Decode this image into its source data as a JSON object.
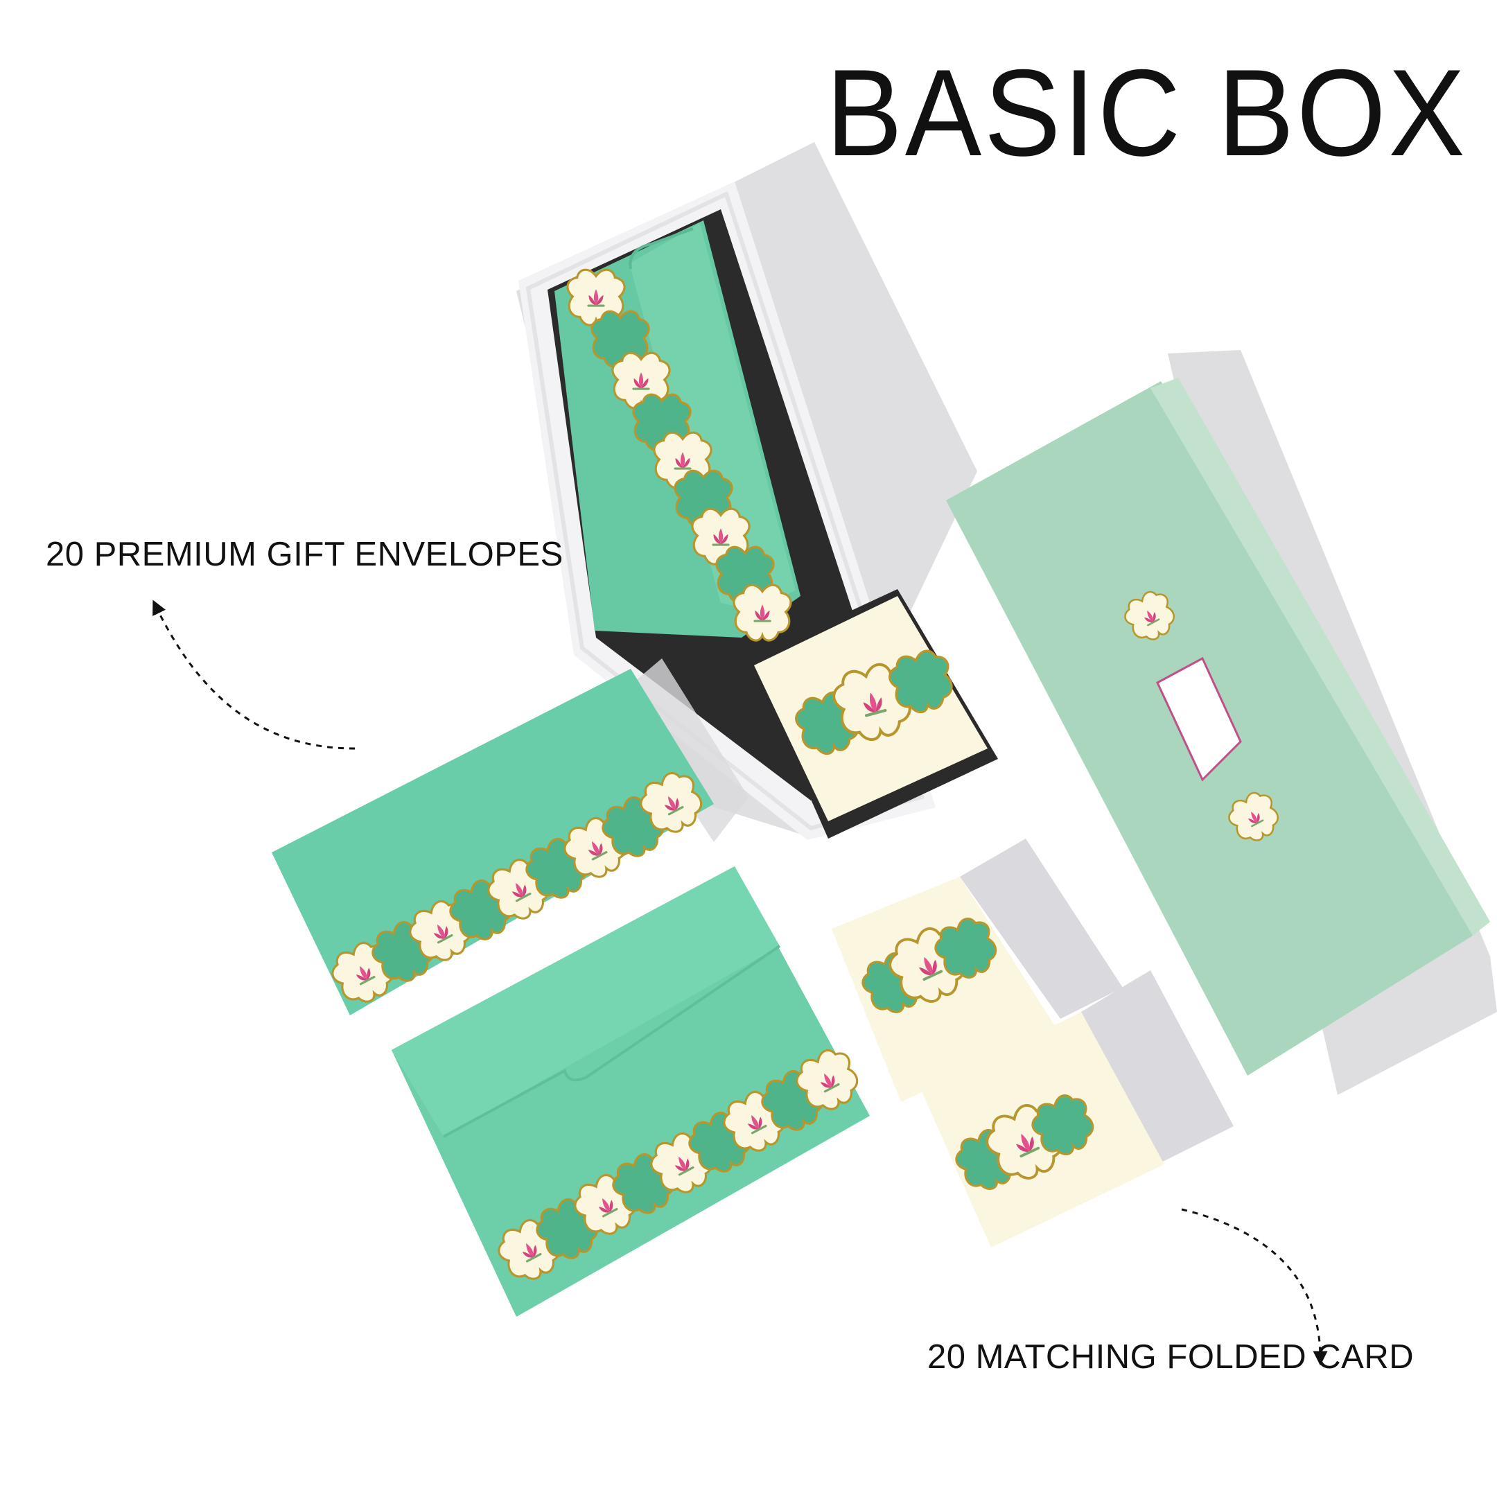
{
  "title": "BASIC BOX",
  "labels": {
    "envelopes": "20 PREMIUM GIFT ENVELOPES",
    "cards": "20 MATCHING FOLDED CARD"
  },
  "colors": {
    "mint": "#6fd1ab",
    "sage": "#a9d6bd",
    "cream": "#fbf6df",
    "gold": "#b8962e",
    "lotus_pink": "#e2538e",
    "shadow": "#d9d9dd"
  },
  "icons": [
    "lotus-motif-icon",
    "arrow-icon"
  ]
}
